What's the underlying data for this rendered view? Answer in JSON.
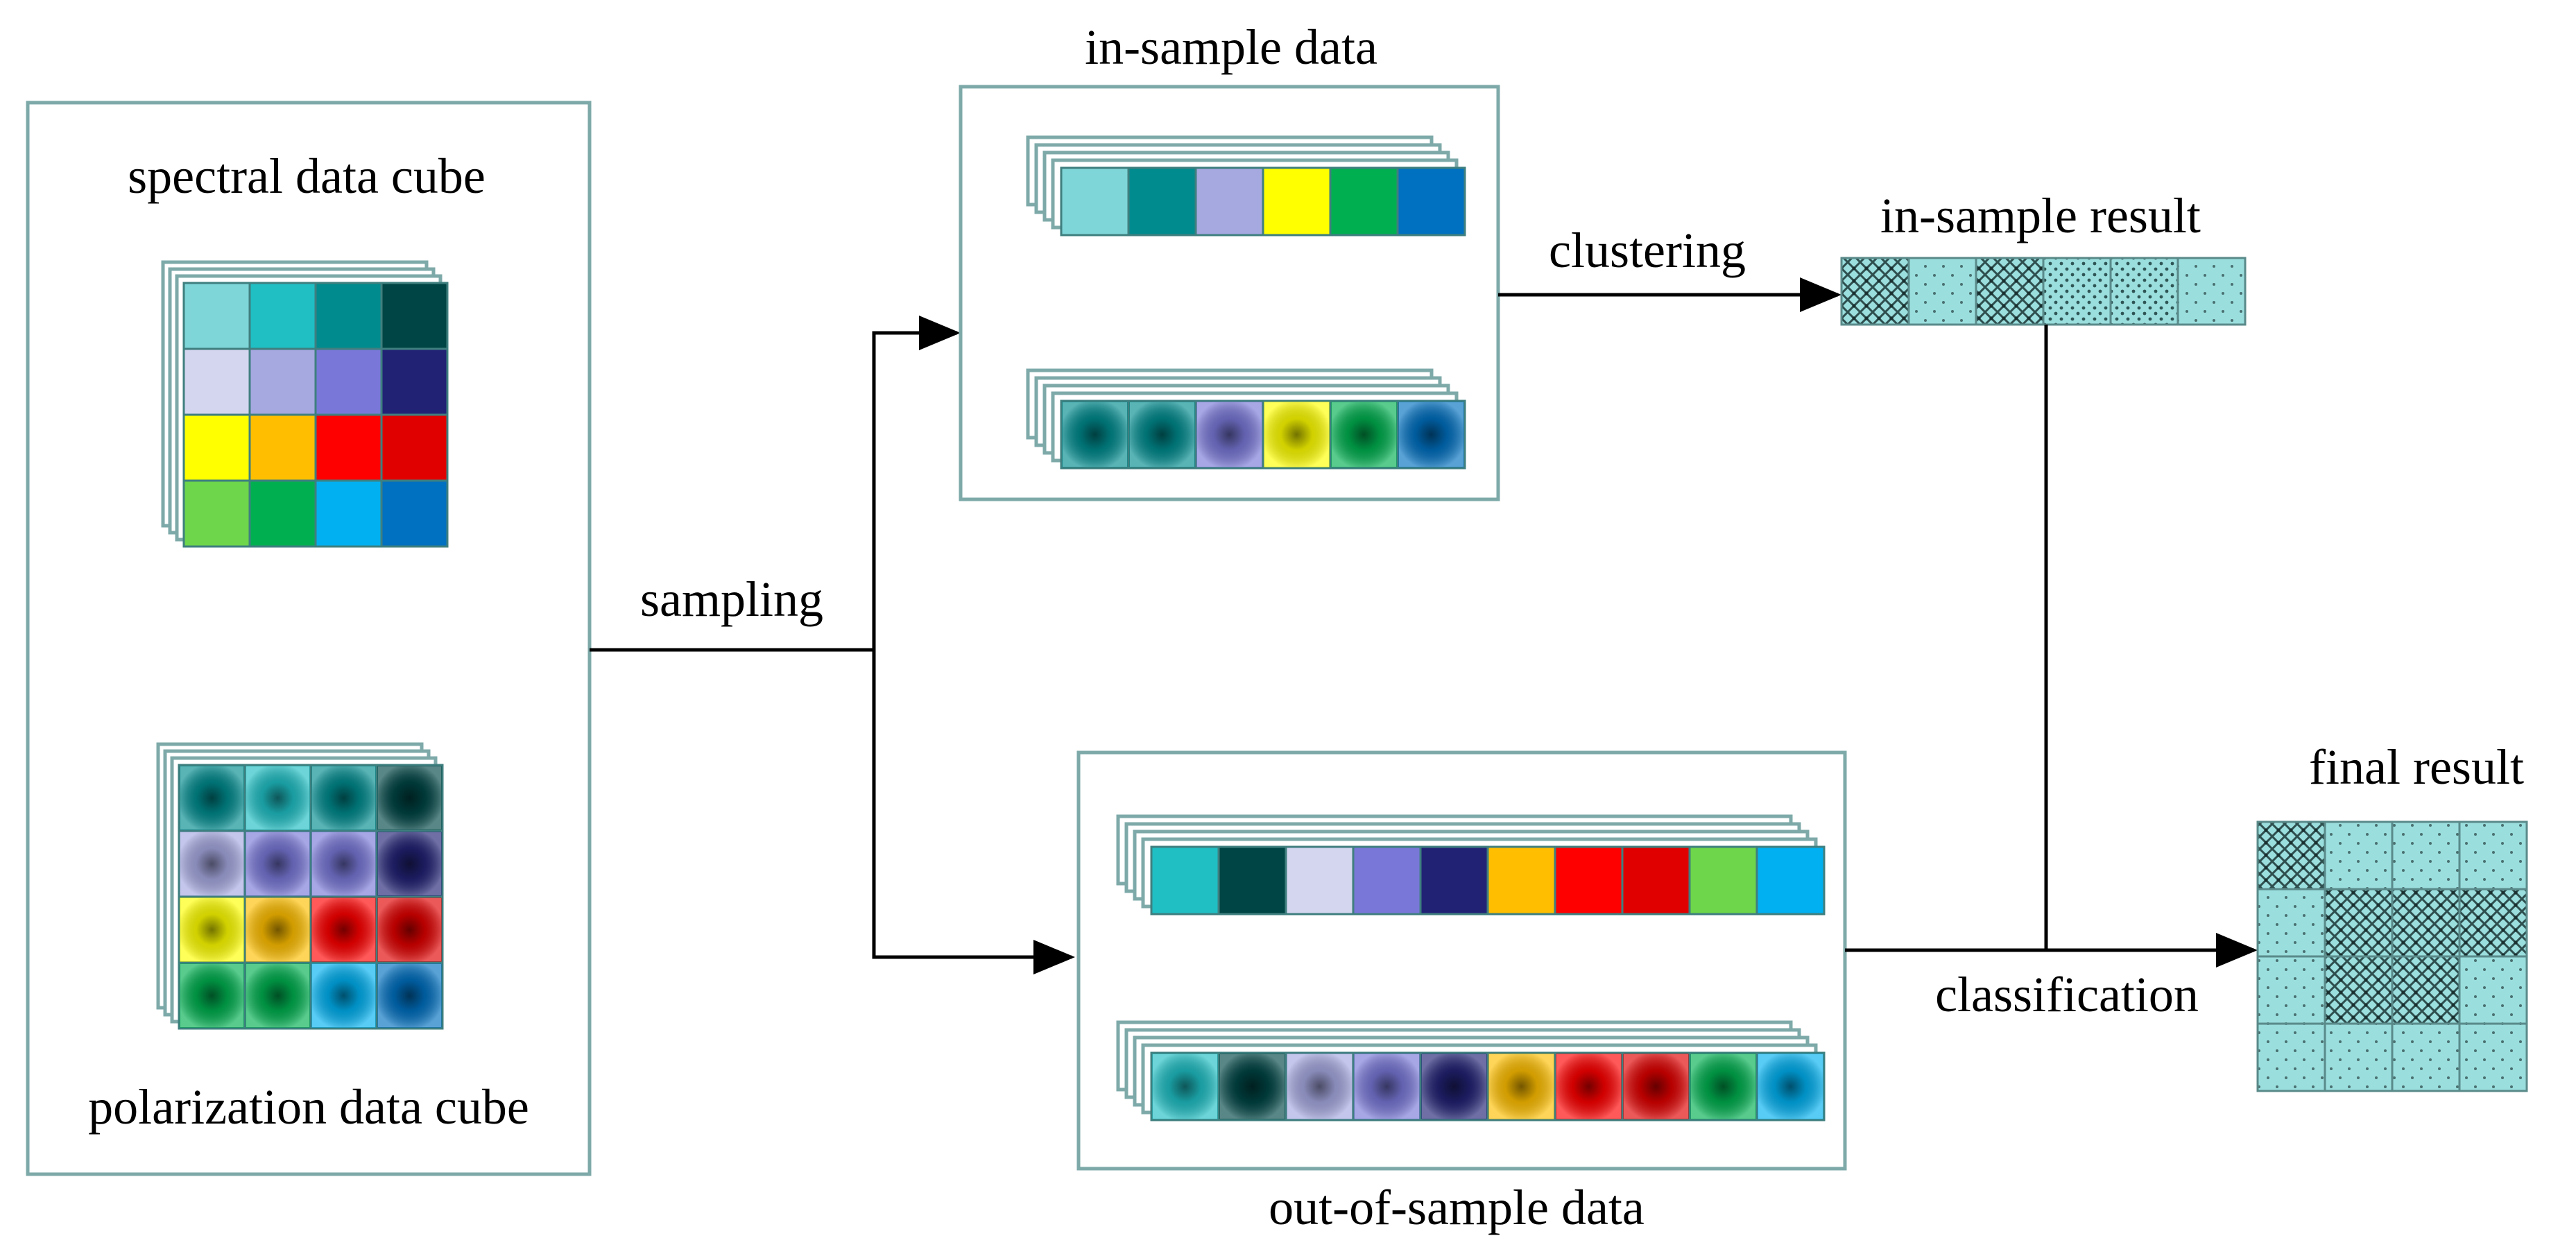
{
  "labels": {
    "spectral": "spectral data cube",
    "polarization": "polarization data cube",
    "sampling": "sampling",
    "in_sample_data": "in-sample data",
    "out_of_sample_data": "out-of-sample data",
    "clustering": "clustering",
    "in_sample_result": "in-sample result",
    "classification": "classification",
    "final_result": "final result"
  },
  "colors": {
    "frame": "#7ea9a9",
    "cell_border": "#3f7f7f",
    "result_fill": "#9bdede",
    "palette": {
      "lightteal": "#7fd6d8",
      "teal": "#1fbfc4",
      "darkteal": "#008b8e",
      "deepteal": "#004545",
      "lavender": "#d4d6f0",
      "periwinkle": "#a6a8e0",
      "slate": "#7978d8",
      "navy": "#222275",
      "yellow": "#ffff00",
      "amber": "#ffbf00",
      "red": "#ff0000",
      "crimson": "#e00000",
      "lime": "#6dd64a",
      "green": "#00b050",
      "sky": "#00b0f0",
      "blue": "#0070c0"
    }
  },
  "spectral_cube": [
    [
      "lightteal",
      "teal",
      "darkteal",
      "deepteal"
    ],
    [
      "lavender",
      "periwinkle",
      "slate",
      "navy"
    ],
    [
      "yellow",
      "amber",
      "red",
      "crimson"
    ],
    [
      "lime",
      "green",
      "sky",
      "blue"
    ]
  ],
  "polarization_cube": [
    [
      "darkteal",
      "teal",
      "darkteal",
      "deepteal"
    ],
    [
      "periwinkle",
      "slate",
      "slate",
      "navy"
    ],
    [
      "yellow",
      "amber",
      "red",
      "crimson"
    ],
    [
      "green",
      "green",
      "sky",
      "blue"
    ]
  ],
  "in_sample_spectral": [
    "lightteal",
    "darkteal",
    "periwinkle",
    "yellow",
    "green",
    "blue"
  ],
  "in_sample_polar": [
    "darkteal",
    "darkteal",
    "slate",
    "yellow",
    "green",
    "blue"
  ],
  "out_sample_spectral": [
    "teal",
    "deepteal",
    "lavender",
    "slate",
    "navy",
    "amber",
    "red",
    "crimson",
    "lime",
    "sky"
  ],
  "out_sample_polar": [
    "teal",
    "deepteal",
    "periwinkle",
    "slate",
    "navy",
    "amber",
    "red",
    "crimson",
    "green",
    "sky"
  ],
  "in_sample_result": [
    "dense",
    "sparse",
    "dense",
    "medium",
    "medium",
    "sparse"
  ],
  "final_result": [
    [
      "dense",
      "sparse",
      "sparse",
      "sparse"
    ],
    [
      "sparse",
      "dense",
      "dense",
      "dense"
    ],
    [
      "sparse",
      "dense",
      "dense",
      "sparse"
    ],
    [
      "sparse",
      "sparse",
      "sparse",
      "sparse"
    ]
  ]
}
